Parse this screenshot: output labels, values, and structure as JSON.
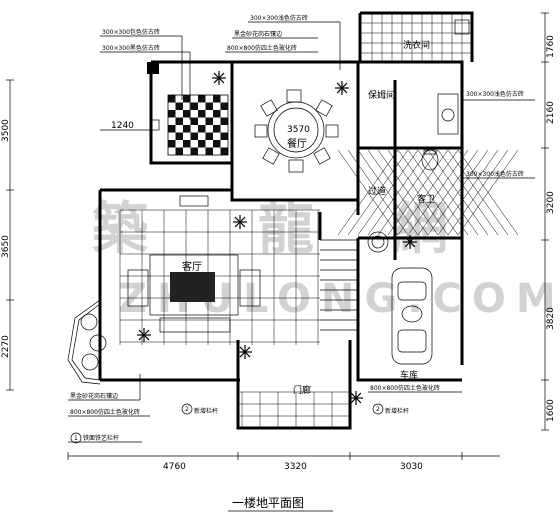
{
  "title": "一楼地平面图",
  "watermark": {
    "chars": [
      "築",
      "龍",
      "網"
    ],
    "latin": "ZHULONG.COM"
  },
  "rooms": {
    "living": "客厅",
    "dining": "餐厅",
    "laundry": "洗衣间",
    "maid": "保姆间",
    "bath": "客卫",
    "corridor": "过道",
    "garage": "车库",
    "porch": "门廊"
  },
  "dims": {
    "bottom": [
      "4760",
      "3320",
      "3030"
    ],
    "left": [
      "3500",
      "3650",
      "2270"
    ],
    "right": [
      "1760",
      "2160",
      "3200",
      "3820",
      "1600"
    ],
    "inner_a": "1240",
    "inner_b": "3570"
  },
  "notes": {
    "n1": "300×300包色仿古砖",
    "n2": "300×300黑色仿古砖",
    "n3": "300×300浅色仿古砖",
    "n4": "黑金砂花岗石镶边",
    "n5": "800×800仿四土色玻化砖",
    "n6": "300×300浅色仿古砖",
    "n7": "300×300浅色仿古砖",
    "n8": "黑金砂花岗石镶边",
    "n9": "800×800仿四土色玻化砖",
    "n10": "铁面铁艺栏杆",
    "n11": "800×800仿四土色玻化砖",
    "n12": "新增栏杆",
    "n13": "新增栏杆"
  },
  "markers": {
    "m1": "1",
    "m2": "2",
    "m3": "2"
  }
}
